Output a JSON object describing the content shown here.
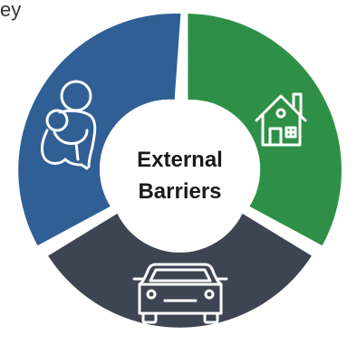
{
  "corner_text": "ey",
  "center": {
    "line1": "External",
    "line2": "Barriers"
  },
  "segments": [
    {
      "key": "caregiving",
      "icon": "parent-child-icon",
      "color": "#2f5f95"
    },
    {
      "key": "housing",
      "icon": "house-icon",
      "color": "#2e9046"
    },
    {
      "key": "transportation",
      "icon": "car-icon",
      "color": "#3d4452"
    }
  ],
  "colors": {
    "hub": "#ffffff",
    "gap": "#ffffff",
    "icon_stroke": "#ffffff"
  }
}
